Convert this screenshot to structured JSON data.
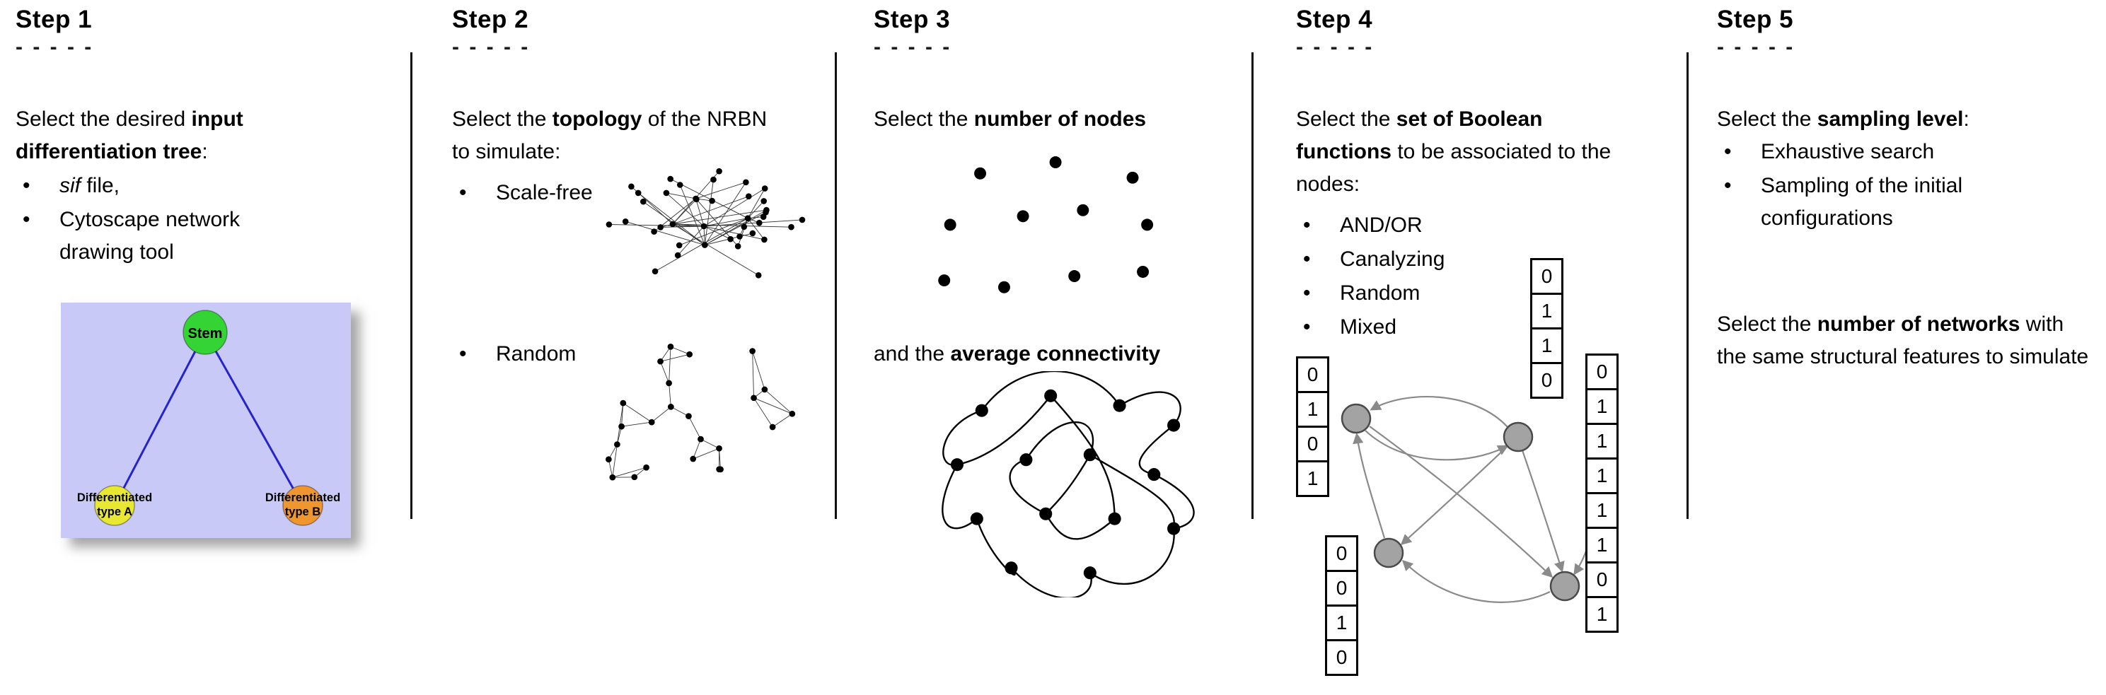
{
  "ui": {
    "bullet": "•",
    "dashes": "- - - - -"
  },
  "step1": {
    "title": "Step 1",
    "intro_pre": "Select the desired ",
    "intro_bold": "input differentiation tree",
    "intro_post": ":",
    "bullet1_italic": "sif",
    "bullet1_rest": " file,",
    "bullet2": "Cytoscape network drawing tool",
    "tree": {
      "stem_label": "Stem",
      "left_label_line1": "Differentiated",
      "left_label_line2": "type A",
      "right_label_line1": "Differentiated",
      "right_label_line2": "type B",
      "stem_color": "#33d433",
      "left_color": "#e8e832",
      "right_color": "#f0962e",
      "edge_color": "#2424cc",
      "panel_bg": "#c9c9f7"
    }
  },
  "step2": {
    "title": "Step 2",
    "intro_pre": "Select the ",
    "intro_bold": "topology",
    "intro_post": " of the NRBN to simulate:",
    "bullets": [
      "Scale-free",
      "Random"
    ]
  },
  "step3": {
    "title": "Step 3",
    "line1_pre": "Select the ",
    "line1_bold": "number of nodes",
    "line2_pre": "and the ",
    "line2_bold": "average connectivity"
  },
  "step4": {
    "title": "Step 4",
    "intro_pre": "Select the ",
    "intro_bold": "set of Boolean functions",
    "intro_post": " to be associated to the nodes:",
    "bullets": [
      "AND/OR",
      "Canalyzing",
      "Random",
      "Mixed"
    ],
    "truth_tables": {
      "left": [
        "0",
        "1",
        "0",
        "1"
      ],
      "top": [
        "0",
        "1",
        "1",
        "0"
      ],
      "bottom": [
        "0",
        "0",
        "1",
        "0"
      ],
      "right": [
        "0",
        "1",
        "1",
        "1",
        "1",
        "1",
        "0",
        "1"
      ]
    }
  },
  "step5": {
    "title": "Step 5",
    "intro_pre": "Select the ",
    "intro_bold": "sampling level",
    "intro_post": ":",
    "bullets": [
      "Exhaustive search",
      "Sampling of the initial configurations"
    ],
    "para2_pre": "Select the ",
    "para2_bold": "number of networks",
    "para2_post": " with the same structural features to simulate"
  }
}
